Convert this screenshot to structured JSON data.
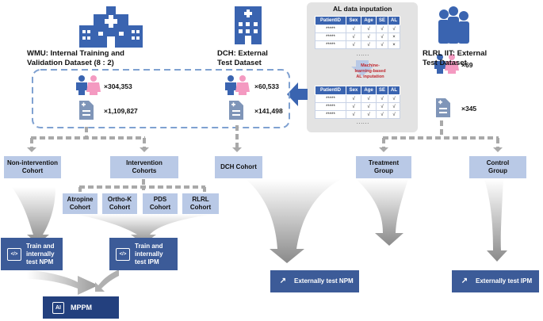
{
  "wmu": {
    "title_line1": "WMU: Internal Training and",
    "title_line2": "Validation Dataset (8 : 2)",
    "people": "×304,353",
    "records": "×1,109,827"
  },
  "dch": {
    "title_line1": "DCH: External",
    "title_line2": "Test Dataset",
    "people": "×60,533",
    "records": "×141,498",
    "cohort": "DCH Cohort"
  },
  "rlrl": {
    "title_line1": "RLRL IIT: External",
    "title_line2": "Test Dataset",
    "people": "×69",
    "records": "×345",
    "treatment_line1": "Treatment",
    "treatment_line2": "Group",
    "control_line1": "Control",
    "control_line2": "Group"
  },
  "al": {
    "title": "AL data inputation",
    "columns": [
      "PatientID",
      "Sex",
      "Age",
      "SE",
      "AL"
    ],
    "rows_before": [
      [
        "*****",
        "√",
        "√",
        "√",
        "√"
      ],
      [
        "*****",
        "√",
        "√",
        "√",
        "×"
      ],
      [
        "*****",
        "√",
        "√",
        "√",
        "×"
      ]
    ],
    "rows_after": [
      [
        "*****",
        "√",
        "√",
        "√",
        "√"
      ],
      [
        "*****",
        "√",
        "√",
        "√",
        "√"
      ],
      [
        "*****",
        "√",
        "√",
        "√",
        "√"
      ]
    ],
    "ellipsis": "......",
    "ml_line1": "Machine-",
    "ml_line2": "learning-based",
    "ml_line3": "AL inputation"
  },
  "cohorts": {
    "non_line1": "Non-intervention",
    "non_line2": "Cohort",
    "int_line1": "Intervention",
    "int_line2": "Cohorts",
    "atropine_line1": "Atropine",
    "atropine_line2": "Cohort",
    "orthok_line1": "Ortho-K",
    "orthok_line2": "Cohort",
    "pds_line1": "PDS",
    "pds_line2": "Cohort",
    "rlrl_line1": "RLRL",
    "rlrl_line2": "Cohort"
  },
  "models": {
    "npm_line1": "Train and",
    "npm_line2": "internally",
    "npm_line3": "test NPM",
    "ipm_line1": "Train and",
    "ipm_line2": "internally",
    "ipm_line3": "test IPM",
    "ext_npm": "Externally test NPM",
    "ext_ipm": "Externally test IPM",
    "mppm": "MPPM",
    "ai_icon_text": "AI",
    "code_icon_text": "</>"
  },
  "colors": {
    "primary_blue": "#3a64b0",
    "dark_blue": "#23407e",
    "box_fill": "#b9c9e6",
    "gray_panel": "#e3e3e3",
    "pink": "#f49ac1"
  }
}
